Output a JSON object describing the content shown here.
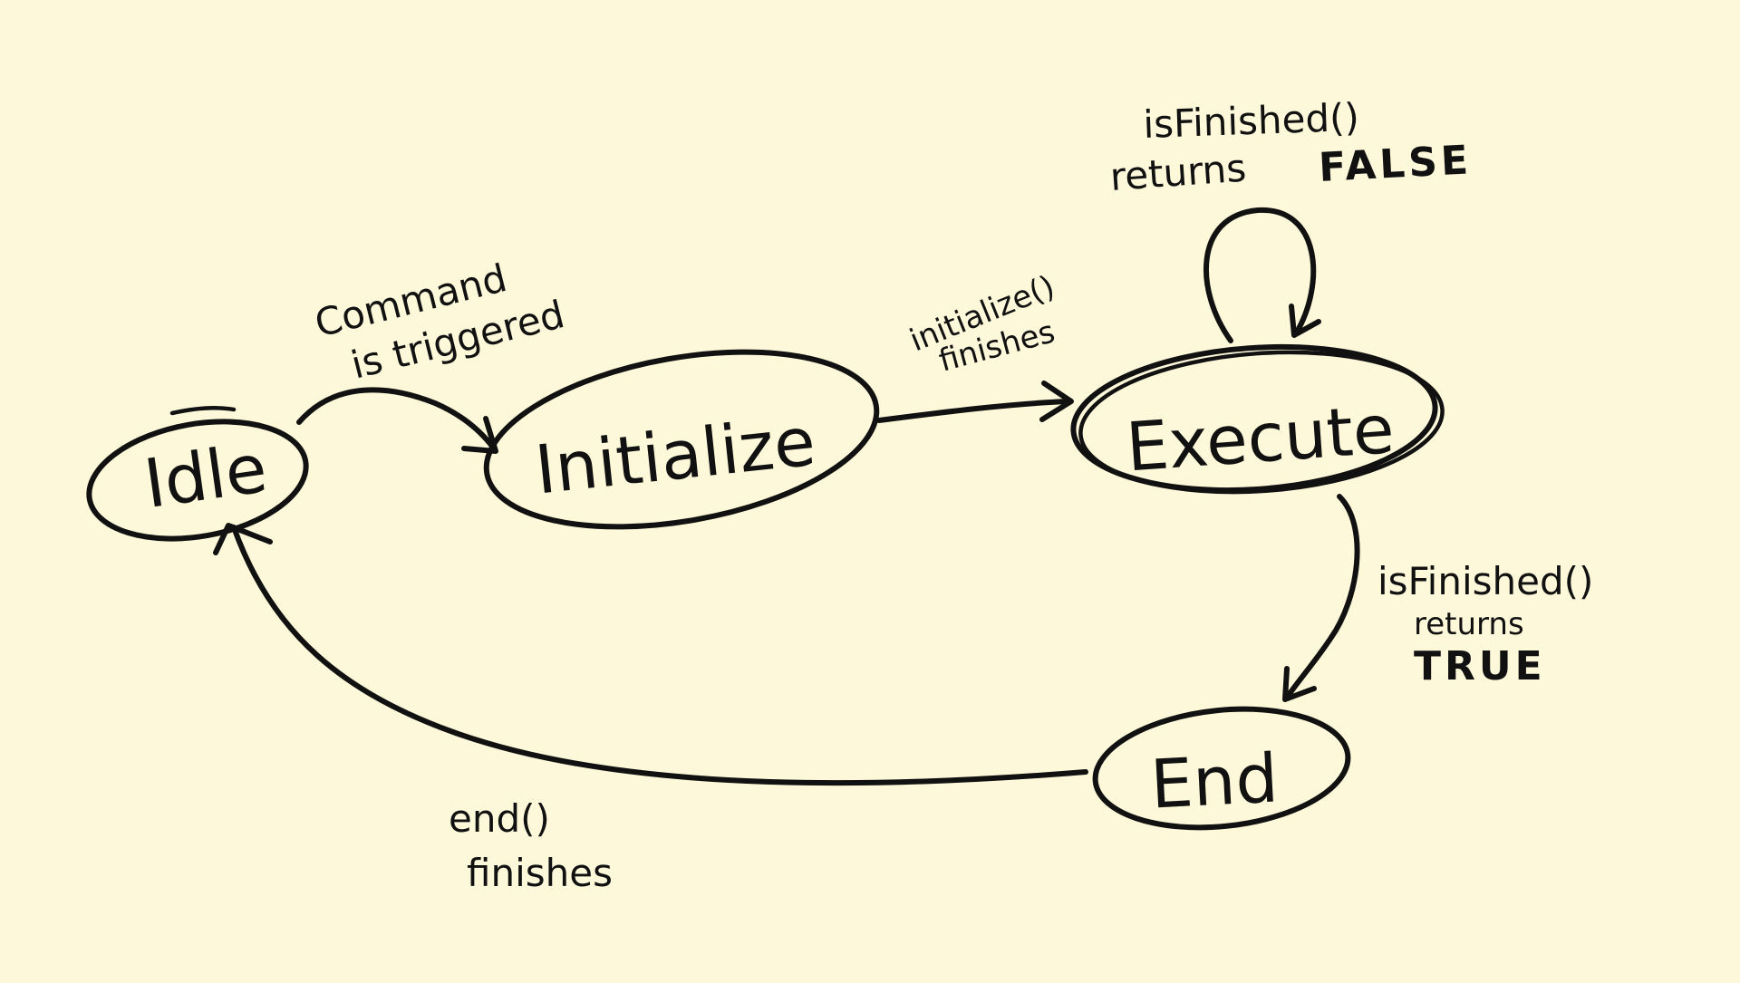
{
  "diagram": {
    "background": "#fdf8d9",
    "ink": "#111111",
    "states": {
      "idle": "Idle",
      "initialize": "Initialize",
      "execute": "Execute",
      "end": "End"
    },
    "transitions": {
      "idle_to_initialize": {
        "line1": "Command",
        "line2": "is triggered"
      },
      "initialize_to_execute": {
        "line1": "initialize()",
        "line2": "finishes"
      },
      "execute_self": {
        "line1": "isFinished()",
        "line2": "returns",
        "line3": "FALSE"
      },
      "execute_to_end": {
        "line1": "isFinished()",
        "line2": "returns",
        "line3": "TRUE"
      },
      "end_to_idle": {
        "line1": "end()",
        "line2": "finishes"
      }
    }
  }
}
